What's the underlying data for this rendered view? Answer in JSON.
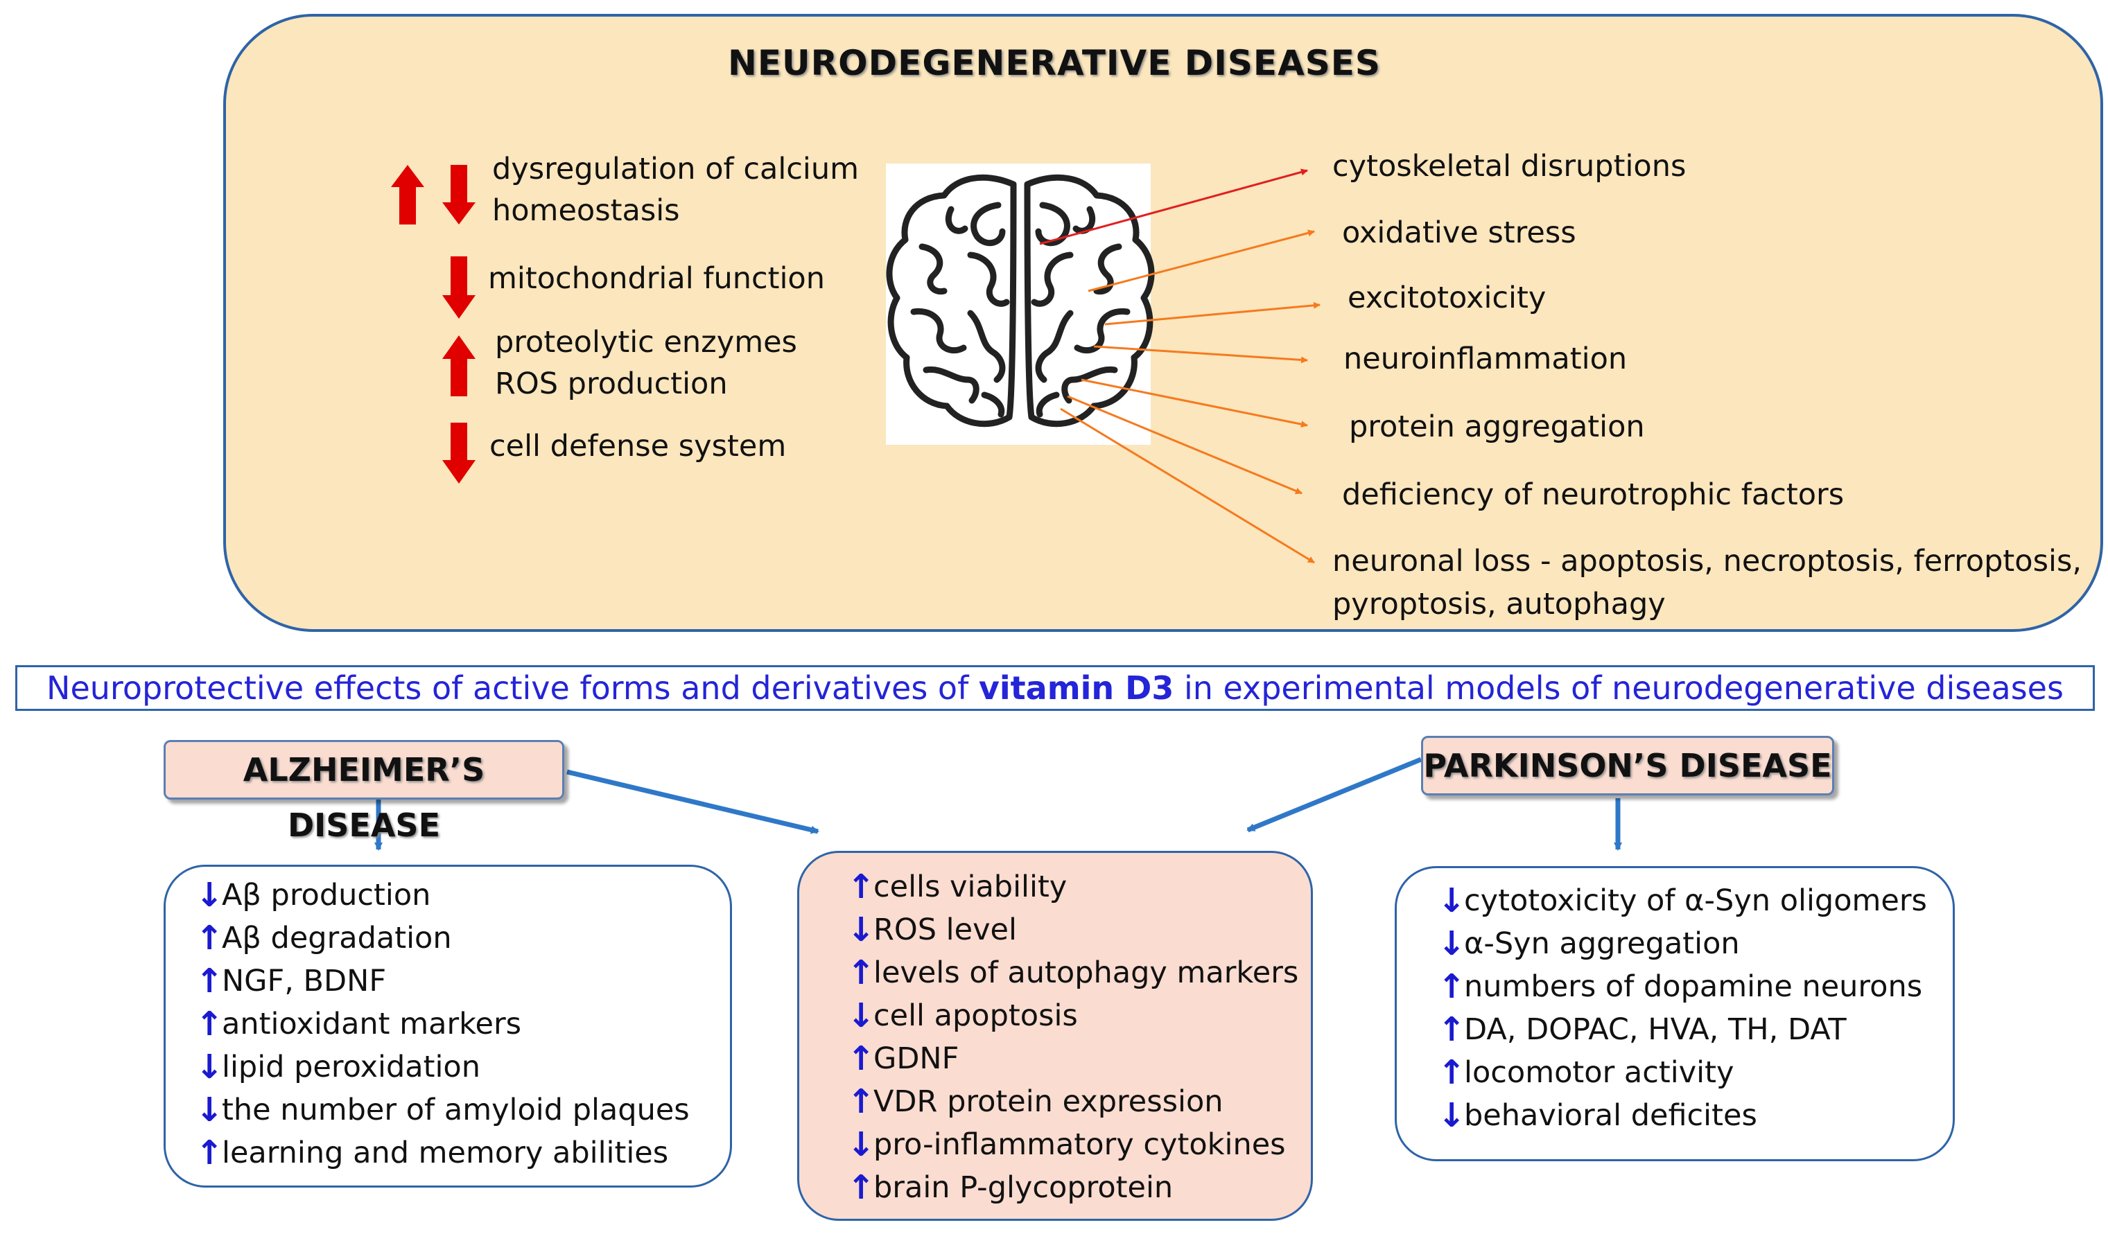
{
  "title": "NEURODEGENERATIVE DISEASES",
  "left_effects": [
    {
      "direction": "up-down",
      "lines": [
        "dysregulation of calcium",
        "homeostasis"
      ]
    },
    {
      "direction": "down",
      "lines": [
        "mitochondrial function"
      ]
    },
    {
      "direction": "up",
      "lines": [
        "proteolytic enzymes",
        "ROS production"
      ]
    },
    {
      "direction": "down",
      "lines": [
        "cell defense system"
      ]
    }
  ],
  "right_effects": [
    "cytoskeletal disruptions",
    "oxidative stress",
    "excitotoxicity",
    "neuroinflammation",
    "protein aggregation",
    "deficiency of neurotrophic factors",
    "neuronal loss - apoptosis, necroptosis, ferroptosis,",
    "pyroptosis, autophagy"
  ],
  "banner": {
    "before": "Neuroprotective effects of active forms and derivatives of ",
    "bold": "vitamin D3",
    "after": " in experimental models of neurodegenerative diseases"
  },
  "alzheimer": {
    "title": "ALZHEIMER’S DISEASE",
    "items": [
      {
        "dir": "down",
        "text": " Aβ production"
      },
      {
        "dir": "up",
        "text": " Aβ degradation"
      },
      {
        "dir": "up",
        "text": "NGF, BDNF"
      },
      {
        "dir": "up",
        "text": "antioxidant markers"
      },
      {
        "dir": "down",
        "text": " lipid peroxidation"
      },
      {
        "dir": "down",
        "text": "the number of amyloid plaques"
      },
      {
        "dir": "up",
        "text": "learning and memory abilities"
      }
    ]
  },
  "common": {
    "items": [
      {
        "dir": "up",
        "text": "cells viability"
      },
      {
        "dir": "down",
        "text": "ROS level"
      },
      {
        "dir": "up",
        "text": " levels of autophagy markers"
      },
      {
        "dir": "down",
        "text": "cell apoptosis"
      },
      {
        "dir": "up",
        "text": "GDNF"
      },
      {
        "dir": "up",
        "text": "VDR protein expression"
      },
      {
        "dir": "down",
        "text": "pro-inflammatory cytokines"
      },
      {
        "dir": "up",
        "text": "brain P-glycoprotein"
      }
    ]
  },
  "parkinson": {
    "title": "PARKINSON’S DISEASE",
    "items": [
      {
        "dir": "down",
        "text": " cytotoxicity of α-Syn oligomers"
      },
      {
        "dir": "down",
        "text": "α-Syn aggregation"
      },
      {
        "dir": "up",
        "text": "numbers of dopamine neurons"
      },
      {
        "dir": "up",
        "text": "DA, DOPAC, HVA, TH, DAT"
      },
      {
        "dir": "up",
        "text": "locomotor activity"
      },
      {
        "dir": "down",
        "text": "behavioral deficites"
      }
    ]
  },
  "colors": {
    "panel_fill": "#fbe6bd",
    "border_blue": "#2e64a8",
    "red_arrow": "#e00000",
    "orange_arrow": "#f57a1e",
    "blue_arrow": "#1a1ad0",
    "connector_blue": "#2f78c8",
    "pink_fill": "#fadcd0"
  },
  "icons": {
    "brain": "brain-icon"
  }
}
